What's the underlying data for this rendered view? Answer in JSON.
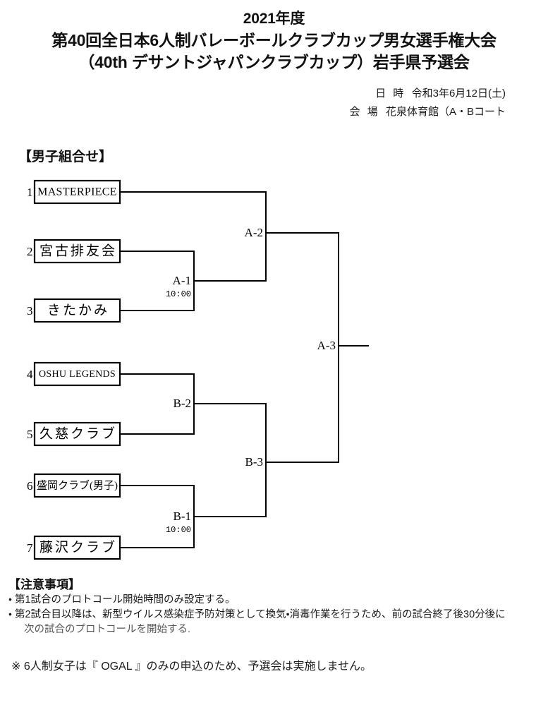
{
  "header": {
    "year_line": "2021年度",
    "title_line_1": "第40回全日本6人制バレーボールクラブカップ男女選手権大会",
    "title_line_2": "（40th デサントジャパンクラブカップ）岩手県予選会",
    "date_label": "日 時",
    "date_value": "令和3年6月12日(土)",
    "venue_label": "会 場",
    "venue_value": "花泉体育館（A・Bコート"
  },
  "bracket": {
    "section_title": "【男子組合せ】",
    "teams": [
      {
        "seed": "1",
        "name": "MASTERPIECE",
        "style": "latin"
      },
      {
        "seed": "2",
        "name": "宮古排友会",
        "style": "jp"
      },
      {
        "seed": "3",
        "name": "きたかみ",
        "style": "jp"
      },
      {
        "seed": "4",
        "name": "OSHU LEGENDS",
        "style": "latin-sm"
      },
      {
        "seed": "5",
        "name": "久慈クラブ",
        "style": "jp"
      },
      {
        "seed": "6",
        "name": "盛岡クラブ(男子)",
        "style": "jp-sm"
      },
      {
        "seed": "7",
        "name": "藤沢クラブ",
        "style": "jp"
      }
    ],
    "matches": [
      {
        "code": "A-1",
        "time": "10:00"
      },
      {
        "code": "A-2",
        "time": ""
      },
      {
        "code": "B-2",
        "time": ""
      },
      {
        "code": "B-1",
        "time": "10:00"
      },
      {
        "code": "B-3",
        "time": ""
      },
      {
        "code": "A-3",
        "time": ""
      }
    ]
  },
  "notes": {
    "heading": "【注意事項】",
    "items": [
      "・ 第1試合のプロトコール開始時間のみ設定する。",
      "・ 第2試合目以降は、新型ウイルス感染症予防対策として換気・消毒作業を行うため、前の試合終了後30分後に"
    ],
    "continued": "次の試合のプロトコールを開始する.",
    "footer": "※ 6人制女子は『 OGAL 』のみの申込のため、予選会は実施しません。"
  }
}
